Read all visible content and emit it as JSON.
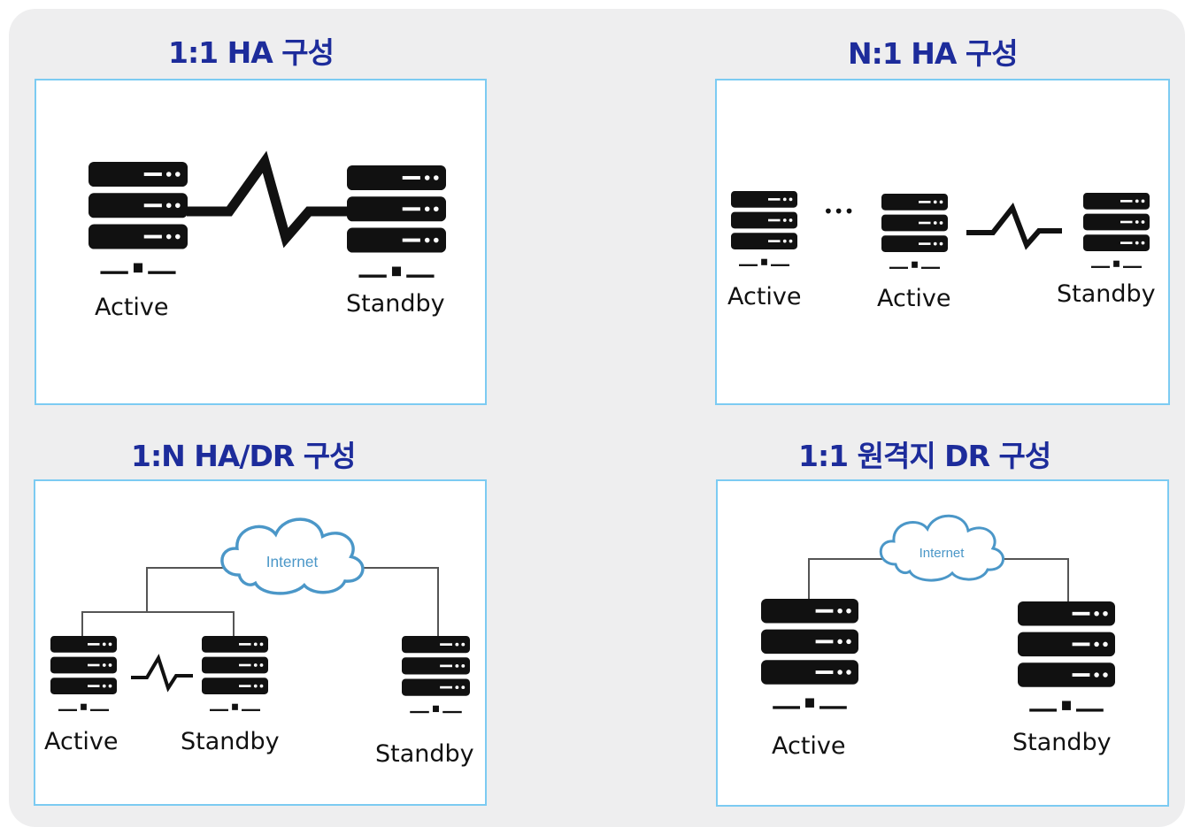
{
  "panels": [
    {
      "title": "1:1 HA 구성",
      "labels": [
        "Active",
        "Standby"
      ]
    },
    {
      "title": "N:1 HA 구성",
      "labels": [
        "Active",
        "Active",
        "Standby"
      ],
      "ellipsis": "•••"
    },
    {
      "title": "1:N HA/DR 구성",
      "labels": [
        "Active",
        "Standby",
        "Standby"
      ],
      "cloud": "Internet"
    },
    {
      "title": "1:1 원격지 DR 구성",
      "labels": [
        "Active",
        "Standby"
      ],
      "cloud": "Internet"
    }
  ],
  "colors": {
    "title": "#1d2c9b",
    "panel_border": "#7ccbf2",
    "background": "#eeeeef",
    "server": "#111111",
    "cloud_fill": "#ffffff",
    "cloud_stroke": "#4b97c8",
    "connector": "#555555"
  },
  "icons": [
    "server-rack-icon",
    "heartbeat-link-icon",
    "internet-cloud-icon"
  ]
}
